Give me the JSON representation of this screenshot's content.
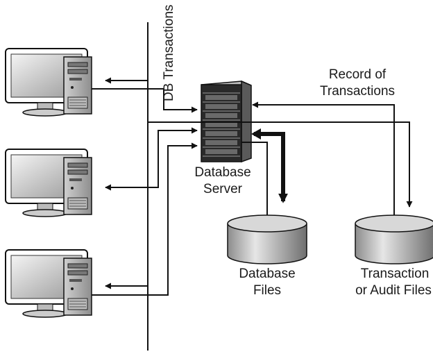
{
  "labels": {
    "db_transactions": "DB Transactions",
    "record_of_transactions_1": "Record of",
    "record_of_transactions_2": "Transactions",
    "database_server_1": "Database",
    "database_server_2": "Server",
    "database_files_1": "Database",
    "database_files_2": "Files",
    "transaction_files_1": "Transaction",
    "transaction_files_2": "or Audit Files"
  },
  "components": {
    "workstations": [
      "workstation",
      "workstation",
      "workstation"
    ],
    "server": "database-server",
    "storage": [
      "database-files",
      "transaction-audit-files"
    ]
  }
}
